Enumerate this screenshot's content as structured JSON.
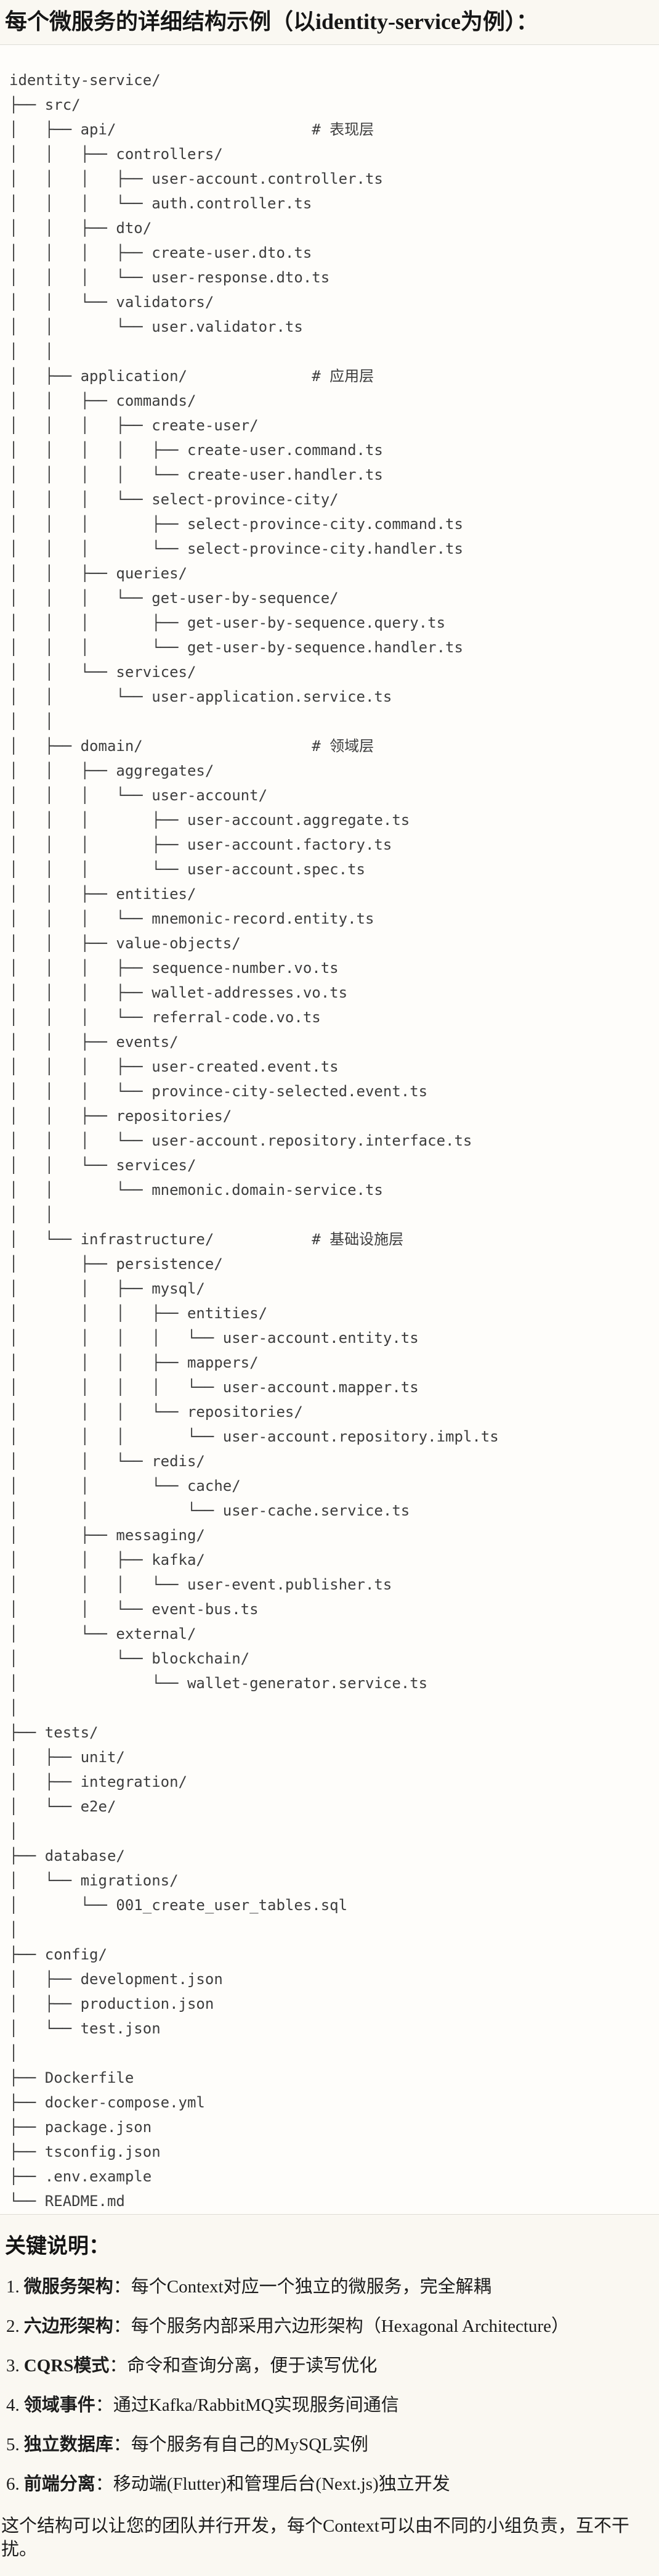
{
  "title": "每个微服务的详细结构示例（以identity-service为例）：",
  "tree": {
    "lines": [
      "identity-service/",
      "├── src/",
      "│   ├── api/                      # 表现层",
      "│   │   ├── controllers/",
      "│   │   │   ├── user-account.controller.ts",
      "│   │   │   └── auth.controller.ts",
      "│   │   ├── dto/",
      "│   │   │   ├── create-user.dto.ts",
      "│   │   │   └── user-response.dto.ts",
      "│   │   └── validators/",
      "│   │       └── user.validator.ts",
      "│   │",
      "│   ├── application/              # 应用层",
      "│   │   ├── commands/",
      "│   │   │   ├── create-user/",
      "│   │   │   │   ├── create-user.command.ts",
      "│   │   │   │   └── create-user.handler.ts",
      "│   │   │   └── select-province-city/",
      "│   │   │       ├── select-province-city.command.ts",
      "│   │   │       └── select-province-city.handler.ts",
      "│   │   ├── queries/",
      "│   │   │   └── get-user-by-sequence/",
      "│   │   │       ├── get-user-by-sequence.query.ts",
      "│   │   │       └── get-user-by-sequence.handler.ts",
      "│   │   └── services/",
      "│   │       └── user-application.service.ts",
      "│   │",
      "│   ├── domain/                   # 领域层",
      "│   │   ├── aggregates/",
      "│   │   │   └── user-account/",
      "│   │   │       ├── user-account.aggregate.ts",
      "│   │   │       ├── user-account.factory.ts",
      "│   │   │       └── user-account.spec.ts",
      "│   │   ├── entities/",
      "│   │   │   └── mnemonic-record.entity.ts",
      "│   │   ├── value-objects/",
      "│   │   │   ├── sequence-number.vo.ts",
      "│   │   │   ├── wallet-addresses.vo.ts",
      "│   │   │   └── referral-code.vo.ts",
      "│   │   ├── events/",
      "│   │   │   ├── user-created.event.ts",
      "│   │   │   └── province-city-selected.event.ts",
      "│   │   ├── repositories/",
      "│   │   │   └── user-account.repository.interface.ts",
      "│   │   └── services/",
      "│   │       └── mnemonic.domain-service.ts",
      "│   │",
      "│   └── infrastructure/           # 基础设施层",
      "│       ├── persistence/",
      "│       │   ├── mysql/",
      "│       │   │   ├── entities/",
      "│       │   │   │   └── user-account.entity.ts",
      "│       │   │   ├── mappers/",
      "│       │   │   │   └── user-account.mapper.ts",
      "│       │   │   └── repositories/",
      "│       │   │       └── user-account.repository.impl.ts",
      "│       │   └── redis/",
      "│       │       └── cache/",
      "│       │           └── user-cache.service.ts",
      "│       ├── messaging/",
      "│       │   ├── kafka/",
      "│       │   │   └── user-event.publisher.ts",
      "│       │   └── event-bus.ts",
      "│       └── external/",
      "│           └── blockchain/",
      "│               └── wallet-generator.service.ts",
      "│",
      "├── tests/",
      "│   ├── unit/",
      "│   ├── integration/",
      "│   └── e2e/",
      "│",
      "├── database/",
      "│   └── migrations/",
      "│       └── 001_create_user_tables.sql",
      "│",
      "├── config/",
      "│   ├── development.json",
      "│   ├── production.json",
      "│   └── test.json",
      "│",
      "├── Dockerfile",
      "├── docker-compose.yml",
      "├── package.json",
      "├── tsconfig.json",
      "├── .env.example",
      "└── README.md"
    ]
  },
  "notes": {
    "heading": "关键说明：",
    "items": [
      {
        "num": "1.",
        "label": "微服务架构",
        "sep": "：",
        "text": "每个Context对应一个独立的微服务，完全解耦"
      },
      {
        "num": "2.",
        "label": "六边形架构",
        "sep": "：",
        "text": "每个服务内部采用六边形架构（Hexagonal Architecture）"
      },
      {
        "num": "3.",
        "label": "CQRS模式",
        "sep": "：",
        "text": "命令和查询分离，便于读写优化"
      },
      {
        "num": "4.",
        "label": "领域事件",
        "sep": "：",
        "text": "通过Kafka/RabbitMQ实现服务间通信"
      },
      {
        "num": "5.",
        "label": "独立数据库",
        "sep": "：",
        "text": "每个服务有自己的MySQL实例"
      },
      {
        "num": "6.",
        "label": "前端分离",
        "sep": "：",
        "text": "移动端(Flutter)和管理后台(Next.js)独立开发"
      }
    ],
    "closing": "这个结构可以让您的团队并行开发，每个Context可以由不同的小组负责，互不干扰。"
  }
}
